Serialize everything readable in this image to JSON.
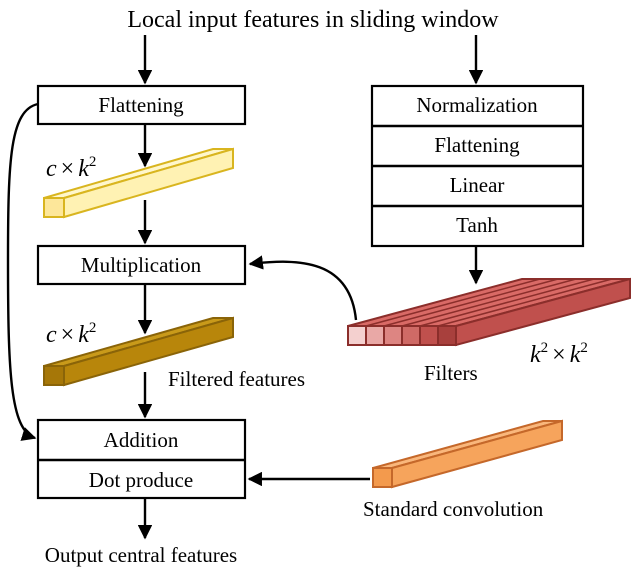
{
  "input_label": "Local input features in sliding window",
  "output_label": "Output central features",
  "left_branch": {
    "flattening": "Flattening",
    "dim_top": {
      "c": "c",
      "times": "×",
      "k": "k",
      "exp": "2"
    },
    "multiplication": "Multiplication",
    "dim_bottom": {
      "c": "c",
      "times": "×",
      "k": "k",
      "exp": "2"
    },
    "filtered_label": "Filtered features",
    "addition": "Addition",
    "dot": "Dot produce"
  },
  "right_branch": {
    "stack": [
      "Normalization",
      "Flattening",
      "Linear",
      "Tanh"
    ],
    "filters_label": "Filters",
    "filters_dim": {
      "k1": "k",
      "exp1": "2",
      "times": "×",
      "k2": "k",
      "exp2": "2"
    },
    "standard_conv": "Standard convolution"
  },
  "colors": {
    "bar_light": "#fff2b3",
    "bar_light_edge": "#d9b51f",
    "bar_dark": "#b8860b",
    "bar_dark_edge": "#8a6408",
    "filter_red": "#c0504d",
    "filter_red_edge": "#8b2e2b",
    "conv_orange": "#f6a45c",
    "conv_orange_edge": "#c5682a"
  }
}
